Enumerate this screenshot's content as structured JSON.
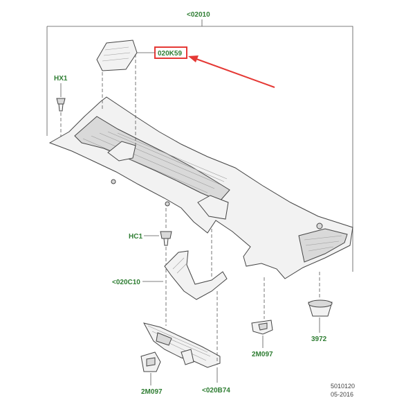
{
  "labels": {
    "assembly": "<02010",
    "highlighted": "020K59",
    "hx1": "HX1",
    "hc1": "HC1",
    "c10": "<020C10",
    "p3972": "3972",
    "m097_right": "2M097",
    "m097_left": "2M097",
    "b74": "<020B74"
  },
  "reference": {
    "number": "5010120",
    "date": "05-2016"
  },
  "colors": {
    "label_green": "#2e7d32",
    "highlight_red": "#e53935",
    "line_gray": "#555555"
  }
}
